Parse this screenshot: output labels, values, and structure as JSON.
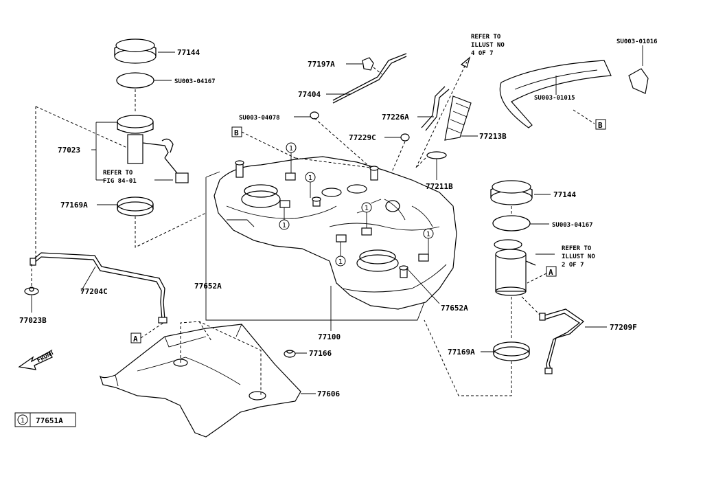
{
  "labels": {
    "p77144_top": "77144",
    "su04167_top": "SU003-04167",
    "p77023": "77023",
    "refer_fig1": "REFER TO",
    "refer_fig2": "FIG 84-01",
    "p77169a_left": "77169A",
    "p77204c": "77204C",
    "p77023b": "77023B",
    "front": "FRONT",
    "box_a_left": "A",
    "p77197a": "77197A",
    "p77404": "77404",
    "su04078": "SU003-04078",
    "box_b_left": "B",
    "refer_illust4_1": "REFER TO",
    "refer_illust4_2": "ILLUST NO",
    "refer_illust4_3": "4 OF 7",
    "p77226a": "77226A",
    "p77229c": "77229C",
    "p77213b": "77213B",
    "p77211b": "77211B",
    "su01016": "SU003-01016",
    "su01015": "SU003-01015",
    "box_b_right": "B",
    "p77652a_left": "77652A",
    "p77652a_right": "77652A",
    "p77100": "77100",
    "p77166": "77166",
    "p77606": "77606",
    "p77144_right": "77144",
    "su04167_right": "SU003-04167",
    "refer_illust2_1": "REFER TO",
    "refer_illust2_2": "ILLUST NO",
    "refer_illust2_3": "2 OF 7",
    "box_a_right": "A",
    "p77209f": "77209F",
    "p77169a_right": "77169A",
    "legend_num": "1",
    "legend_part": "77651A",
    "clip_num": "1"
  }
}
